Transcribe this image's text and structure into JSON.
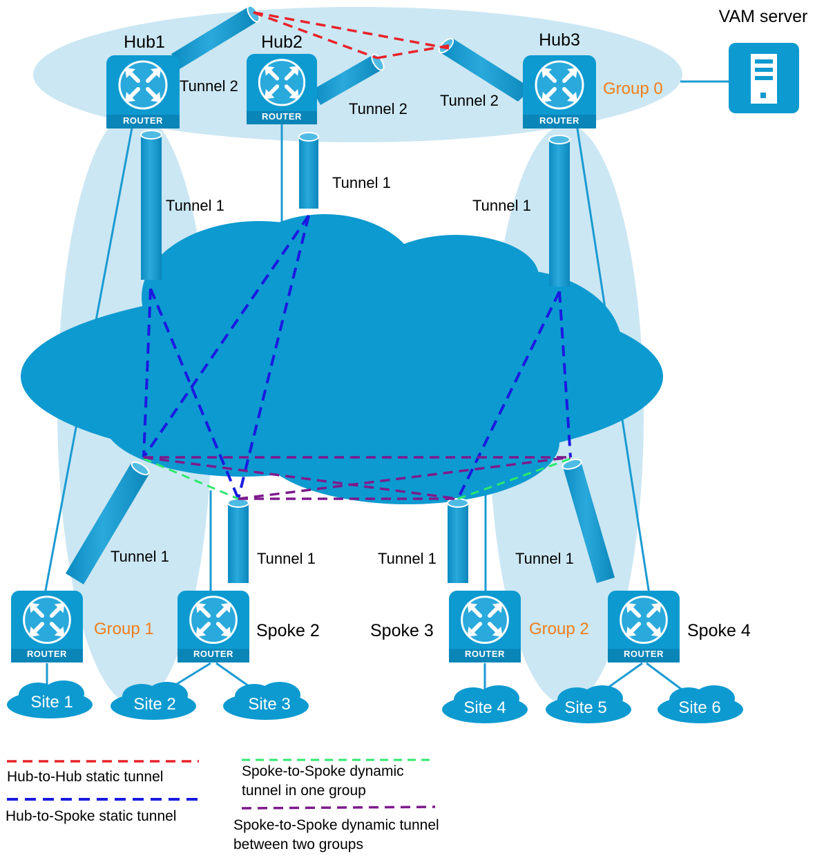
{
  "colors": {
    "ellipse": "#cbe7f3",
    "cloud": "#0d9ad0",
    "device": "#0d9ad0",
    "link": "#1b9ad2",
    "group_label": "#f07d1a",
    "hub_to_hub": "#e8232a",
    "hub_to_spoke": "#1a1ae0",
    "spoke_same_group": "#2ee86e",
    "spoke_two_groups": "#7d1a8c"
  },
  "icons": {
    "router": "router-icon",
    "server": "server-icon",
    "cloud": "cloud-icon",
    "tunnel": "tunnel-pipe"
  },
  "routers": {
    "hub1": {
      "name": "Hub1",
      "badge": "ROUTER"
    },
    "hub2": {
      "name": "Hub2",
      "badge": "ROUTER"
    },
    "hub3": {
      "name": "Hub3",
      "badge": "ROUTER"
    },
    "spoke1": {
      "badge": "ROUTER"
    },
    "spoke2": {
      "name": "Spoke 2",
      "badge": "ROUTER"
    },
    "spoke3": {
      "name": "Spoke 3",
      "badge": "ROUTER"
    },
    "spoke4": {
      "name": "Spoke 4",
      "badge": "ROUTER"
    }
  },
  "server": {
    "name": "VAM server"
  },
  "groups": {
    "g0": "Group 0",
    "g1": "Group 1",
    "g2": "Group 2"
  },
  "tunnels": {
    "hub1_t2": "Tunnel 2",
    "hub2_t2": "Tunnel 2",
    "hub3_t2": "Tunnel 2",
    "hub1_t1": "Tunnel 1",
    "hub2_t1": "Tunnel 1",
    "hub3_t1": "Tunnel 1",
    "spoke1_t1": "Tunnel 1",
    "spoke2_t1": "Tunnel 1",
    "spoke3_t1": "Tunnel 1",
    "spoke4_t1": "Tunnel 1"
  },
  "sites": [
    "Site 1",
    "Site 2",
    "Site 3",
    "Site 4",
    "Site 5",
    "Site 6"
  ],
  "legend": {
    "hub_to_hub": "Hub-to-Hub  static tunnel",
    "hub_to_spoke": "Hub-to-Spoke  static tunnel",
    "spoke_same_group_l1": "Spoke-to-Spoke  dynamic",
    "spoke_same_group_l2": "tunnel in one group",
    "spoke_two_groups_l1": "Spoke-to-Spoke  dynamic tunnel",
    "spoke_two_groups_l2": "between two groups"
  }
}
